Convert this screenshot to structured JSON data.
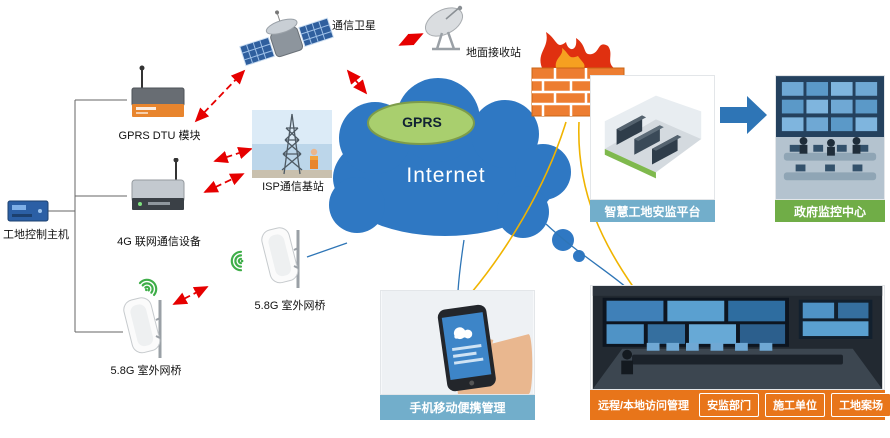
{
  "nodes": {
    "site_host": {
      "label": "工地控制主机"
    },
    "gprs_dtu": {
      "label": "GPRS DTU 模块"
    },
    "device_4g": {
      "label": "4G 联网通信设备"
    },
    "bridge_bottom": {
      "label": "5.8G 室外网桥"
    },
    "bridge_mid": {
      "label": "5.8G 室外网桥"
    },
    "satellite": {
      "label": "通信卫星"
    },
    "ground_station": {
      "label": "地面接收站"
    },
    "isp_station": {
      "label": "ISP通信基站"
    },
    "gprs_cloud": {
      "label": "GPRS"
    },
    "internet_cloud": {
      "label": "Internet"
    }
  },
  "panels": {
    "safety_platform": {
      "caption": "智慧工地安监平台"
    },
    "gov_center": {
      "caption": "政府监控中心"
    },
    "mobile_mgmt": {
      "caption": "手机移动便携管理"
    },
    "access_mgmt": {
      "caption": "远程/本地访问管理",
      "buttons": [
        {
          "label": "安监部门"
        },
        {
          "label": "施工单位"
        },
        {
          "label": "工地案场"
        }
      ]
    }
  },
  "colors": {
    "arrow_red": "#e60000",
    "cloud_blue": "#2f78c3",
    "gprs_green": "#a9cf6e",
    "caption_teal": "#72aecb",
    "caption_green": "#70ad47",
    "caption_orange": "#e8751a",
    "firewall_orange": "#ed7d31",
    "link_yellow": "#f0b400",
    "arrow_blue": "#2e75b6",
    "wifi_green": "#3fae49"
  }
}
